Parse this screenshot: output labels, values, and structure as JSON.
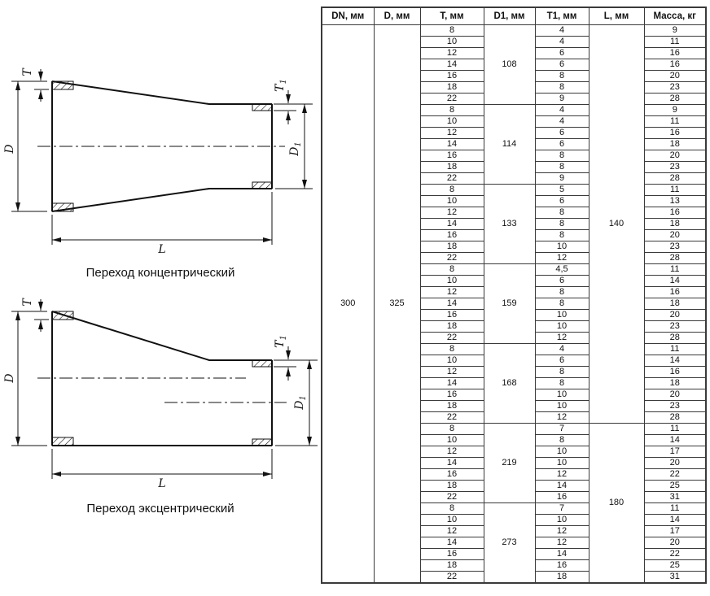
{
  "drawings": {
    "concentric": {
      "caption": "Переход концентрический"
    },
    "eccentric": {
      "caption": "Переход эксцентрический"
    },
    "labels": {
      "t": "T",
      "d": "D",
      "l": "L",
      "t1": [
        "T",
        "1"
      ],
      "d1": [
        "D",
        "1"
      ]
    }
  },
  "table": {
    "headers": [
      "DN, мм",
      "D, мм",
      "T, мм",
      "D1, мм",
      "T1, мм",
      "L, мм",
      "Масса, кг"
    ],
    "dn": "300",
    "d": "325",
    "groups": [
      {
        "d1": "108",
        "l": "140",
        "rows": [
          [
            "8",
            "4",
            "9"
          ],
          [
            "10",
            "4",
            "11"
          ],
          [
            "12",
            "6",
            "16"
          ],
          [
            "14",
            "6",
            "16"
          ],
          [
            "16",
            "8",
            "20"
          ],
          [
            "18",
            "8",
            "23"
          ],
          [
            "22",
            "9",
            "28"
          ]
        ]
      },
      {
        "d1": "114",
        "l": "140",
        "rows": [
          [
            "8",
            "4",
            "9"
          ],
          [
            "10",
            "4",
            "11"
          ],
          [
            "12",
            "6",
            "16"
          ],
          [
            "14",
            "6",
            "18"
          ],
          [
            "16",
            "8",
            "20"
          ],
          [
            "18",
            "8",
            "23"
          ],
          [
            "22",
            "9",
            "28"
          ]
        ]
      },
      {
        "d1": "133",
        "l": "140",
        "rows": [
          [
            "8",
            "5",
            "11"
          ],
          [
            "10",
            "6",
            "13"
          ],
          [
            "12",
            "8",
            "16"
          ],
          [
            "14",
            "8",
            "18"
          ],
          [
            "16",
            "8",
            "20"
          ],
          [
            "18",
            "10",
            "23"
          ],
          [
            "22",
            "12",
            "28"
          ]
        ]
      },
      {
        "d1": "159",
        "l": "140",
        "rows": [
          [
            "8",
            "4,5",
            "11"
          ],
          [
            "10",
            "6",
            "14"
          ],
          [
            "12",
            "8",
            "16"
          ],
          [
            "14",
            "8",
            "18"
          ],
          [
            "16",
            "10",
            "20"
          ],
          [
            "18",
            "10",
            "23"
          ],
          [
            "22",
            "12",
            "28"
          ]
        ]
      },
      {
        "d1": "168",
        "l": "140",
        "rows": [
          [
            "8",
            "4",
            "11"
          ],
          [
            "10",
            "6",
            "14"
          ],
          [
            "12",
            "8",
            "16"
          ],
          [
            "14",
            "8",
            "18"
          ],
          [
            "16",
            "10",
            "20"
          ],
          [
            "18",
            "10",
            "23"
          ],
          [
            "22",
            "12",
            "28"
          ]
        ]
      },
      {
        "d1": "219",
        "l": "180",
        "rows": [
          [
            "8",
            "7",
            "11"
          ],
          [
            "10",
            "8",
            "14"
          ],
          [
            "12",
            "10",
            "17"
          ],
          [
            "14",
            "10",
            "20"
          ],
          [
            "16",
            "12",
            "22"
          ],
          [
            "18",
            "14",
            "25"
          ],
          [
            "22",
            "16",
            "31"
          ]
        ]
      },
      {
        "d1": "273",
        "l": "180",
        "rows": [
          [
            "8",
            "7",
            "11"
          ],
          [
            "10",
            "10",
            "14"
          ],
          [
            "12",
            "12",
            "17"
          ],
          [
            "14",
            "12",
            "20"
          ],
          [
            "16",
            "14",
            "22"
          ],
          [
            "18",
            "16",
            "25"
          ],
          [
            "22",
            "18",
            "31"
          ]
        ]
      }
    ]
  }
}
